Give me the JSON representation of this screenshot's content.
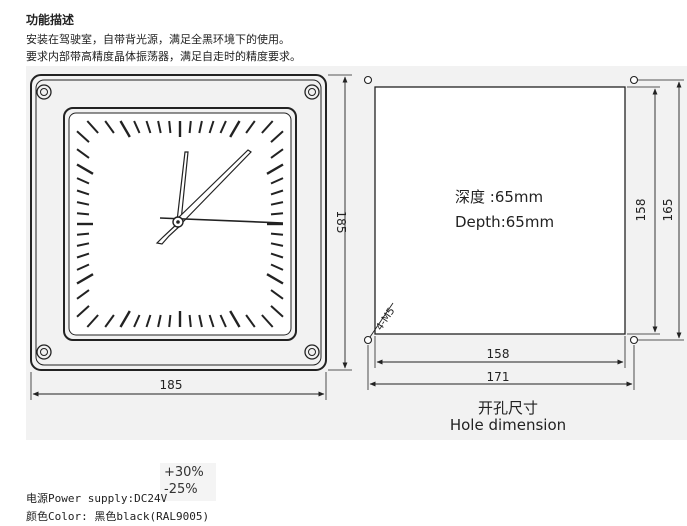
{
  "header": {
    "title": "功能描述",
    "line1": "安装在驾驶室，自带背光源，满足全黑环境下的使用。",
    "line2": "要求内部带高精度晶体振荡器，满足自走时的精度要求。"
  },
  "drawing": {
    "front": {
      "width_label": "185",
      "height_label": "185"
    },
    "hole": {
      "depth_cn": "深度 :65mm",
      "depth_en": "Depth:65mm",
      "inner_width_label": "158",
      "outer_width_label": "171",
      "inner_height_label": "158",
      "outer_height_label": "165",
      "screw_label": "4-M5"
    },
    "caption_cn": "开孔尺寸",
    "caption_en": "Hole dimension"
  },
  "specs": {
    "power": "电源Power supply:DC24V",
    "tolerance_up": "+30%",
    "tolerance_down": "-25%",
    "color": "颜色Color: 黑色black(RAL9005)"
  }
}
